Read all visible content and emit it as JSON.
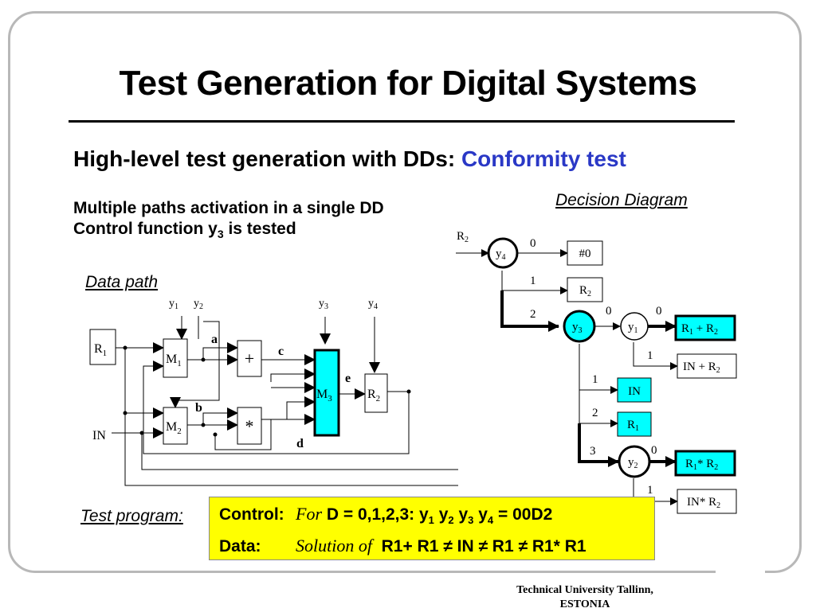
{
  "slide": {
    "title": "Test Generation for Digital Systems",
    "subtitle_prefix": "High-level test generation with DDs:",
    "subtitle_accent": "Conformity test",
    "note_line1": "Multiple paths activation in a single DD",
    "note_line2_prefix": "Control function y",
    "note_line2_sub": "3",
    "note_line2_suffix": " is tested",
    "dd_heading": "Decision Diagram",
    "dp_heading": "Data path",
    "tp_heading": "Test program:",
    "footer_line1": "Technical University Tallinn,",
    "footer_line2": "ESTONIA"
  },
  "test_program": {
    "control_label": "Control:",
    "control_for": "For",
    "control_text": "D = 0,1,2,3:  y",
    "control_s1": "1",
    "control_y2": " y",
    "control_s2": "2",
    "control_y3": " y",
    "control_s3": "3",
    "control_y4": " y",
    "control_s4": "4",
    "control_value": " = 00D2",
    "data_label": "Data:",
    "data_solution": "Solution of",
    "data_expr": "R1+ R1 ≠ IN ≠ R1 ≠ R1* R1"
  },
  "decision_diagram": {
    "input_R": "R",
    "input_R_sub": "2",
    "y4": "y",
    "y4_sub": "4",
    "y3": "y",
    "y3_sub": "3",
    "y1": "y",
    "y1_sub": "1",
    "y2": "y",
    "y2_sub": "2",
    "y4_edges": [
      "0",
      "1",
      "2"
    ],
    "y3_edges": [
      "0",
      "1",
      "2",
      "3"
    ],
    "y1_edges": [
      "0",
      "1"
    ],
    "y2_edges": [
      "0",
      "1"
    ],
    "term_hash0": "#0",
    "term_R2": "R",
    "term_R2_sub": "2",
    "term_R1pR2_a": "R",
    "term_R1pR2_s1": "1",
    "term_R1pR2_b": " + R",
    "term_R1pR2_s2": "2",
    "term_INpR2_a": "IN + R",
    "term_INpR2_s": "2",
    "term_IN": "IN",
    "term_R1": "R",
    "term_R1_sub": "1",
    "term_R1tR2_a": "R",
    "term_R1tR2_s1": "1",
    "term_R1tR2_b": "* R",
    "term_R1tR2_s2": "2",
    "term_INtR2_a": "IN* R",
    "term_INtR2_s": "2"
  },
  "data_path": {
    "R1": "R",
    "R1_sub": "1",
    "IN": "IN",
    "M1": "M",
    "M1_sub": "1",
    "M2": "M",
    "M2_sub": "2",
    "M3": "M",
    "M3_sub": "3",
    "R2": "R",
    "R2_sub": "2",
    "plus": "+",
    "times": "*",
    "ctrl_y1": "y",
    "ctrl_y1_sub": "1",
    "ctrl_y2": "y",
    "ctrl_y2_sub": "2",
    "ctrl_y3": "y",
    "ctrl_y3_sub": "3",
    "ctrl_y4": "y",
    "ctrl_y4_sub": "4",
    "sig_a": "a",
    "sig_b": "b",
    "sig_c": "c",
    "sig_d": "d",
    "sig_e": "e"
  },
  "colors": {
    "accent_blue": "#2a38c6",
    "cyan": "#00ffff",
    "yellow": "#ffff00",
    "frame": "#b8b8b8"
  }
}
